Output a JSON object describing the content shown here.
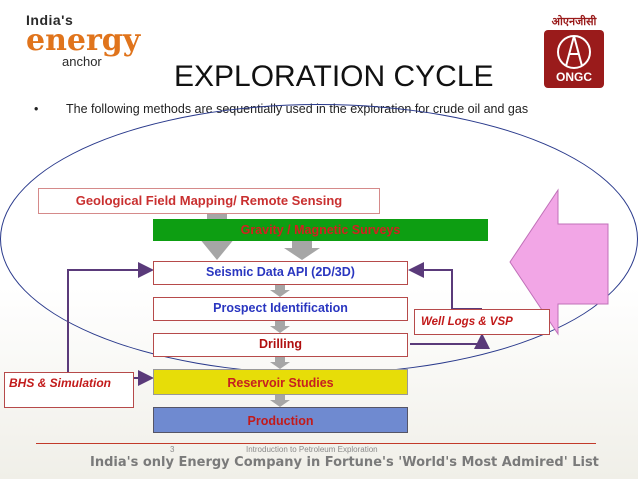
{
  "logo_left": {
    "line1": "India's",
    "line2": "energy",
    "line3": "anchor"
  },
  "logo_right": {
    "top": "ओएनजीसी",
    "name": "ONGC"
  },
  "title": "EXPLORATION CYCLE",
  "bullet": {
    "marker": "•",
    "text": "The following methods are sequentially used in the exploration for crude oil and gas"
  },
  "boxes": {
    "geo": "Geological Field Mapping/ Remote Sensing",
    "grav": "Gravity / Magnetic  Surveys",
    "seismic": "Seismic Data API (2D/3D)",
    "prospect": "Prospect Identification",
    "drilling": "Drilling",
    "reservoir": "Reservoir Studies",
    "production": "Production",
    "well": "Well  Logs & VSP",
    "bhs": "BHS & Simulation"
  },
  "footer": {
    "slide_num": "3",
    "small": "Introduction to Petroleum Exploration",
    "tagline": "India's only Energy Company in Fortune's 'World's Most Admired' List"
  },
  "colors": {
    "arrow_fill": "#a6a6a6",
    "pink_arrow": "#f2a6e6",
    "loop_line": "#5a3a7a",
    "ellipse": "#2a3a8c"
  }
}
